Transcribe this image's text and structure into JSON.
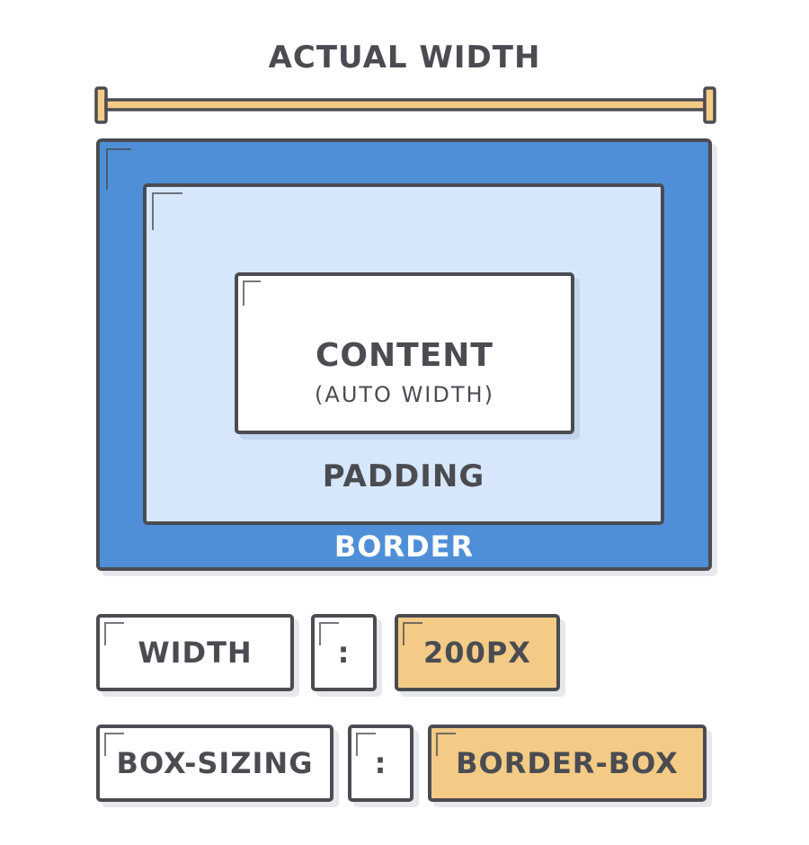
{
  "header": {
    "title": "ACTUAL WIDTH"
  },
  "box_model": {
    "content_label": "CONTENT",
    "content_sublabel": "(AUTO WIDTH)",
    "padding_label": "PADDING",
    "border_label": "BORDER"
  },
  "css_rules": [
    {
      "property": "WIDTH",
      "separator": ":",
      "value": "200PX"
    },
    {
      "property": "BOX-SIZING",
      "separator": ":",
      "value": "BORDER-BOX"
    }
  ],
  "colors": {
    "text": "#4a4c52",
    "border_fill": "#4f8fd8",
    "padding_fill": "#d6e7fb",
    "content_fill": "#ffffff",
    "value_fill": "#f3cb86",
    "ruler": "#f3cb86"
  }
}
